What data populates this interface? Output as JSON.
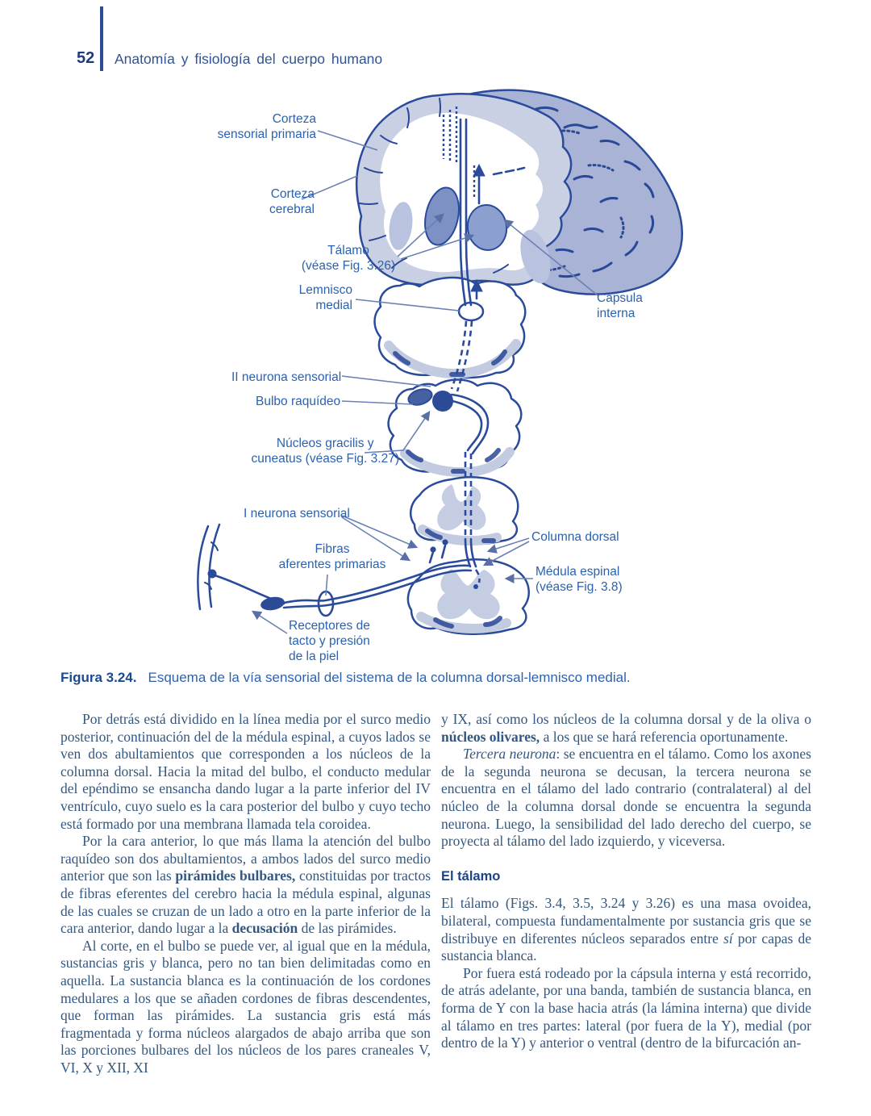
{
  "header": {
    "page_number": "52",
    "title": "Anatomía y fisiología del cuerpo humano"
  },
  "figure": {
    "labels": [
      {
        "id": "corteza-sensorial-primaria",
        "text": "Corteza\nsensorial primaria"
      },
      {
        "id": "corteza-cerebral",
        "text": "Corteza\ncerebral"
      },
      {
        "id": "talamo",
        "text": "Tálamo\n(véase Fig. 3.26)"
      },
      {
        "id": "lemnisco-medial",
        "text": "Lemnisco\nmedial"
      },
      {
        "id": "capsula-interna",
        "text": "Cápsula\ninterna"
      },
      {
        "id": "ii-neurona-sensorial",
        "text": "II neurona sensorial"
      },
      {
        "id": "bulbo-raquideo",
        "text": "Bulbo raquídeo"
      },
      {
        "id": "nucleos-gracilis-cuneatus",
        "text": "Núcleos gracilis y\ncuneatus (véase Fig. 3.27)"
      },
      {
        "id": "i-neurona-sensorial",
        "text": "I neurona sensorial"
      },
      {
        "id": "fibras-aferentes-primarias",
        "text": "Fibras\naferentes primarias"
      },
      {
        "id": "columna-dorsal",
        "text": "Columna dorsal"
      },
      {
        "id": "medula-espinal",
        "text": "Médula espinal\n(véase Fig. 3.8)"
      },
      {
        "id": "receptores-piel",
        "text": "Receptores de\ntacto y presión\nde la piel"
      }
    ],
    "caption_label": "Figura 3.24.",
    "caption_text": "Esquema de la vía sensorial del sistema de la columna dorsal-lemnisco medial."
  },
  "body": {
    "left": [
      {
        "runs": [
          {
            "t": "Por detrás está dividido en la línea media por el surco medio posterior, continuación del de la médula espinal, a cuyos lados se ven dos abultamientos que corresponden a los núcleos de la columna dorsal. Hacia la mitad del bulbo, el conducto medular del epéndimo se ensancha dando lugar a la parte inferior del IV ventrículo, cuyo suelo es la cara posterior del bulbo y cuyo techo está formado por una membrana llamada tela coroidea."
          }
        ]
      },
      {
        "runs": [
          {
            "t": "Por la cara anterior, lo que más llama la atención del bulbo raquídeo son dos abultamientos, a ambos lados del surco medio anterior que son las "
          },
          {
            "t": "pirámides bulbares,",
            "b": true
          },
          {
            "t": " constituidas por tractos de fibras eferentes del cerebro hacia la médula espinal, algunas de las cuales se cruzan de un lado a otro en la parte inferior de la cara anterior, dando lugar a la "
          },
          {
            "t": "decusación",
            "b": true
          },
          {
            "t": " de las pirámides."
          }
        ]
      },
      {
        "runs": [
          {
            "t": "Al corte, en el bulbo se puede ver, al igual que en la médula, sustancias gris y blanca, pero no tan bien delimitadas como en aquella. La sustancia blanca es la continuación de los cordones medulares a los que se añaden cordones de fibras descendentes, que forman las pirámides. La sustancia gris está más fragmentada y forma núcleos alargados de abajo arriba que son las porciones bulbares del los núcleos de los pares craneales V, VI, X y XII, XI"
          }
        ]
      }
    ],
    "right_top": [
      {
        "runs": [
          {
            "t": "y IX, así como los núcleos de la columna dorsal y de la oliva o "
          },
          {
            "t": "núcleos olivares,",
            "b": true
          },
          {
            "t": " a los que se hará referencia oportunamente."
          }
        ]
      },
      {
        "runs": [
          {
            "t": "Tercera neurona",
            "i": true
          },
          {
            "t": ": se encuentra en el tálamo. Como los axones de la segunda neurona se decusan, la tercera neurona se encuentra en el tálamo del lado contrario (contralateral) al del núcleo de la columna dorsal donde se encuentra la segunda neurona. Luego, la sensibilidad del lado derecho del cuerpo, se proyecta al tálamo del lado izquierdo, y viceversa."
          }
        ]
      }
    ],
    "heading": "El tálamo",
    "right_bottom": [
      {
        "runs": [
          {
            "t": "El tálamo (Figs. 3.4, 3.5, 3.24 y 3.26) es una masa ovoidea, bilateral, compuesta fundamentalmente por sustancia gris que se distribuye en diferentes núcleos separados entre "
          },
          {
            "t": "sí",
            "i": true
          },
          {
            "t": " por capas de sustancia blanca."
          }
        ]
      },
      {
        "runs": [
          {
            "t": "Por fuera está rodeado por la cápsula interna y está recorrido, de atrás adelante, por una banda, también de sustancia blanca, en forma de Y con la base hacia atrás (la lámina interna) que divide al tálamo en tres partes: lateral (por fuera de la Y), medial (por dentro de la Y) y anterior o ventral (dentro de la bifurcación an-"
          }
        ]
      }
    ]
  },
  "colors": {
    "body_text": "#34577F",
    "label_blue": "#2A62B0",
    "outline_navy": "#2A4B9B",
    "fill_light": "#C9D0E4",
    "fill_mid": "#A8B3D6",
    "header_navy": "#1E3C7C"
  }
}
